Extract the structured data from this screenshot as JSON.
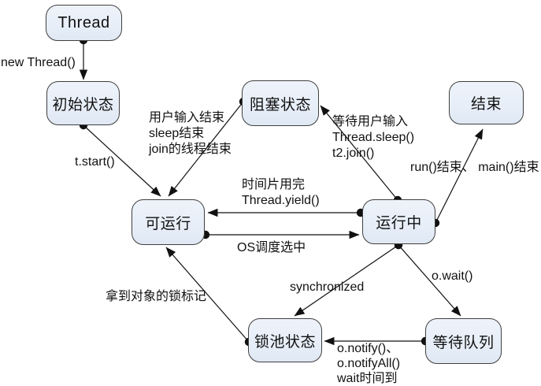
{
  "colors": {
    "node_fill": "#e7eef8",
    "node_border": "#3f3f3f",
    "line_color": "#111111",
    "text_color": "#111111",
    "bg": "#ffffff"
  },
  "diagram": {
    "nodes": {
      "thread": {
        "label": "Thread"
      },
      "initial": {
        "label": "初始状态"
      },
      "blocked": {
        "label": "阻塞状态"
      },
      "end": {
        "label": "结束"
      },
      "runnable": {
        "label": "可运行"
      },
      "running": {
        "label": "运行中"
      },
      "lockpool": {
        "label": "锁池状态"
      },
      "waitqueue": {
        "label": "等待队列"
      }
    },
    "edges": [
      {
        "from": "thread",
        "to": "initial",
        "label": "new Thread()"
      },
      {
        "from": "initial",
        "to": "runnable",
        "label": "t.start()"
      },
      {
        "from": "blocked",
        "to": "runnable",
        "label": "用户输入结束\nsleep结束\njoin的线程结束"
      },
      {
        "from": "running",
        "to": "blocked",
        "label": "等待用户输入\nThread.sleep()\nt2.join()"
      },
      {
        "from": "running",
        "to": "end",
        "label": "run()结束、 main()结束"
      },
      {
        "from": "running",
        "to": "runnable",
        "label": "时间片用完\nThread.yield()"
      },
      {
        "from": "runnable",
        "to": "running",
        "label": "OS调度选中"
      },
      {
        "from": "running",
        "to": "lockpool",
        "label": "synchronized"
      },
      {
        "from": "running",
        "to": "waitqueue",
        "label": "o.wait()"
      },
      {
        "from": "waitqueue",
        "to": "lockpool",
        "label": "o.notify()、\no.notifyAll()\nwait时间到"
      },
      {
        "from": "lockpool",
        "to": "runnable",
        "label": "拿到对象的锁标记"
      }
    ]
  }
}
